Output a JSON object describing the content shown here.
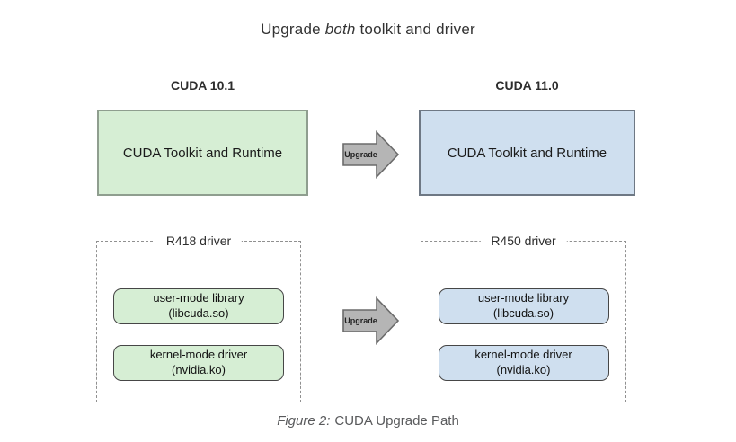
{
  "title": {
    "prefix": "Upgrade ",
    "emphasis": "both",
    "suffix": " toolkit and driver"
  },
  "columns": [
    {
      "version": "CUDA 10.1",
      "toolkit_label": "CUDA Toolkit and Runtime",
      "driver_label": "R418 driver",
      "user_mode": {
        "name": "user-mode library",
        "file": "(libcuda.so)"
      },
      "kernel_mode": {
        "name": "kernel-mode driver",
        "file": "(nvidia.ko)"
      }
    },
    {
      "version": "CUDA 11.0",
      "toolkit_label": "CUDA Toolkit and Runtime",
      "driver_label": "R450 driver",
      "user_mode": {
        "name": "user-mode library",
        "file": "(libcuda.so)"
      },
      "kernel_mode": {
        "name": "kernel-mode driver",
        "file": "(nvidia.ko)"
      }
    }
  ],
  "arrow": {
    "label": "Upgrade"
  },
  "caption": {
    "figure_label": "Figure 2:",
    "text": "CUDA Upgrade Path"
  },
  "colors": {
    "old_version_fill": "#d6eed4",
    "new_version_fill": "#cfdfef",
    "arrow_fill": "#b5b5b5"
  }
}
